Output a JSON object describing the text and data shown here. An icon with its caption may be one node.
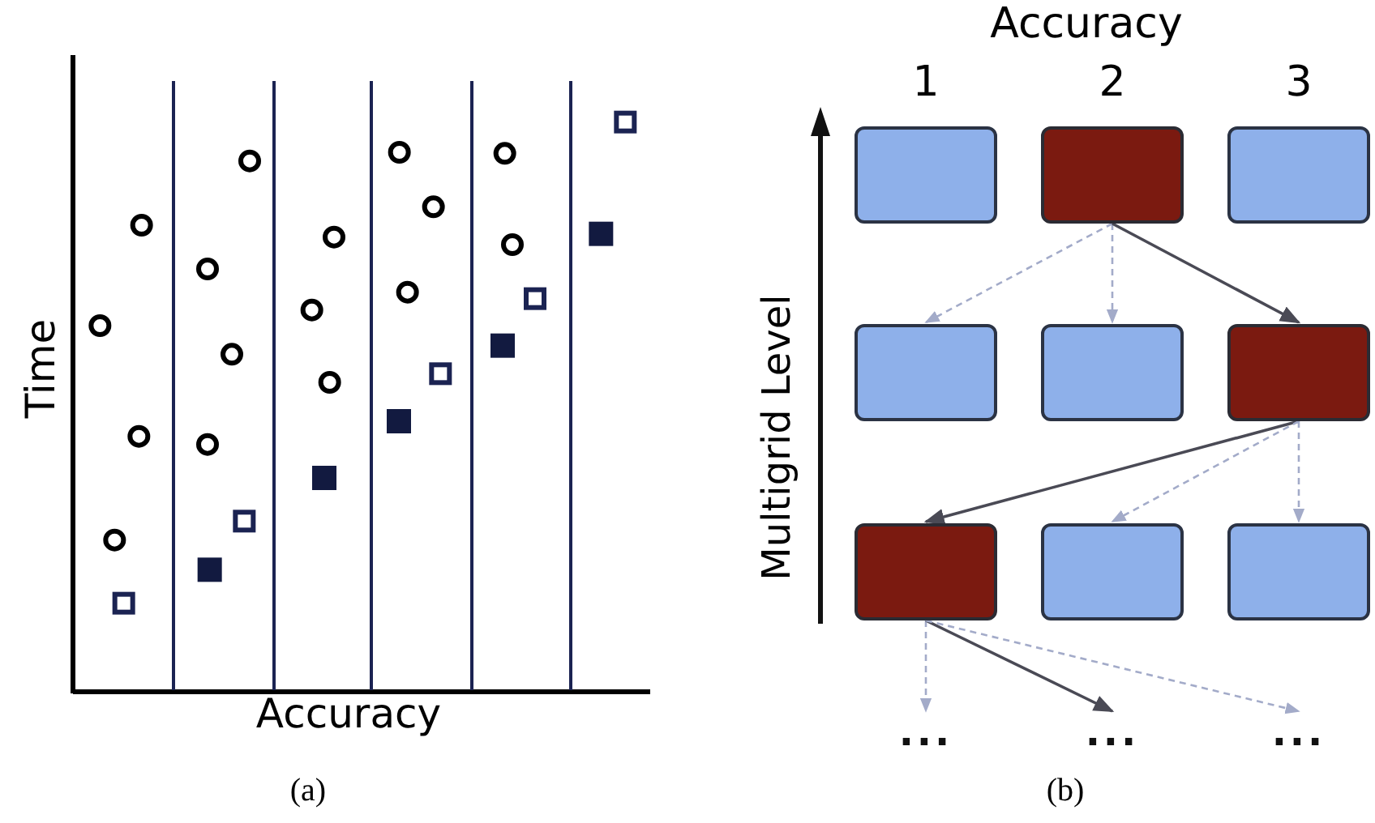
{
  "diagram": {
    "nodes": [
      {
        "text": [],
        "shape": "box"
      },
      {
        "text": [],
        "shape": "box"
      },
      {
        "text": [],
        "shape": "box"
      },
      {
        "text": [],
        "shape": "box"
      },
      {
        "text": [],
        "shape": "box"
      },
      {
        "text": [],
        "shape": "box"
      },
      {
        "text": [],
        "shape": "box"
      },
      {
        "text": [],
        "shape": "box"
      },
      {
        "text": [],
        "shape": "box"
      },
      {
        "text": [
          "..."
        ]
      },
      {
        "text": [
          "..."
        ]
      },
      {
        "text": [
          "..."
        ]
      }
    ],
    "edges": [
      {
        "from": 1,
        "to": 3,
        "arrow": "to",
        "style": "dashed"
      },
      {
        "from": 1,
        "to": 4,
        "arrow": "to",
        "style": "dashed"
      },
      {
        "from": 1,
        "to": 5,
        "arrow": "to",
        "color": "#4a4a55"
      },
      {
        "from": 5,
        "to": 6,
        "arrow": "to",
        "color": "#4a4a55"
      },
      {
        "from": 5,
        "to": 7,
        "arrow": "to",
        "style": "dashed"
      },
      {
        "from": 5,
        "to": 8,
        "arrow": "to",
        "style": "dashed"
      },
      {
        "from": 6,
        "to": 9,
        "arrow": "to",
        "style": "dashed"
      },
      {
        "from": 6,
        "to": 10,
        "arrow": "to",
        "color": "#4a4a55"
      },
      {
        "from": 6,
        "to": 11,
        "arrow": "to",
        "style": "dashed"
      }
    ],
    "labels": [
      "Time",
      "Accuracy",
      "(a)",
      "Accuracy",
      "1",
      "2",
      "3",
      "Multigrid Level",
      "(b)"
    ]
  }
}
